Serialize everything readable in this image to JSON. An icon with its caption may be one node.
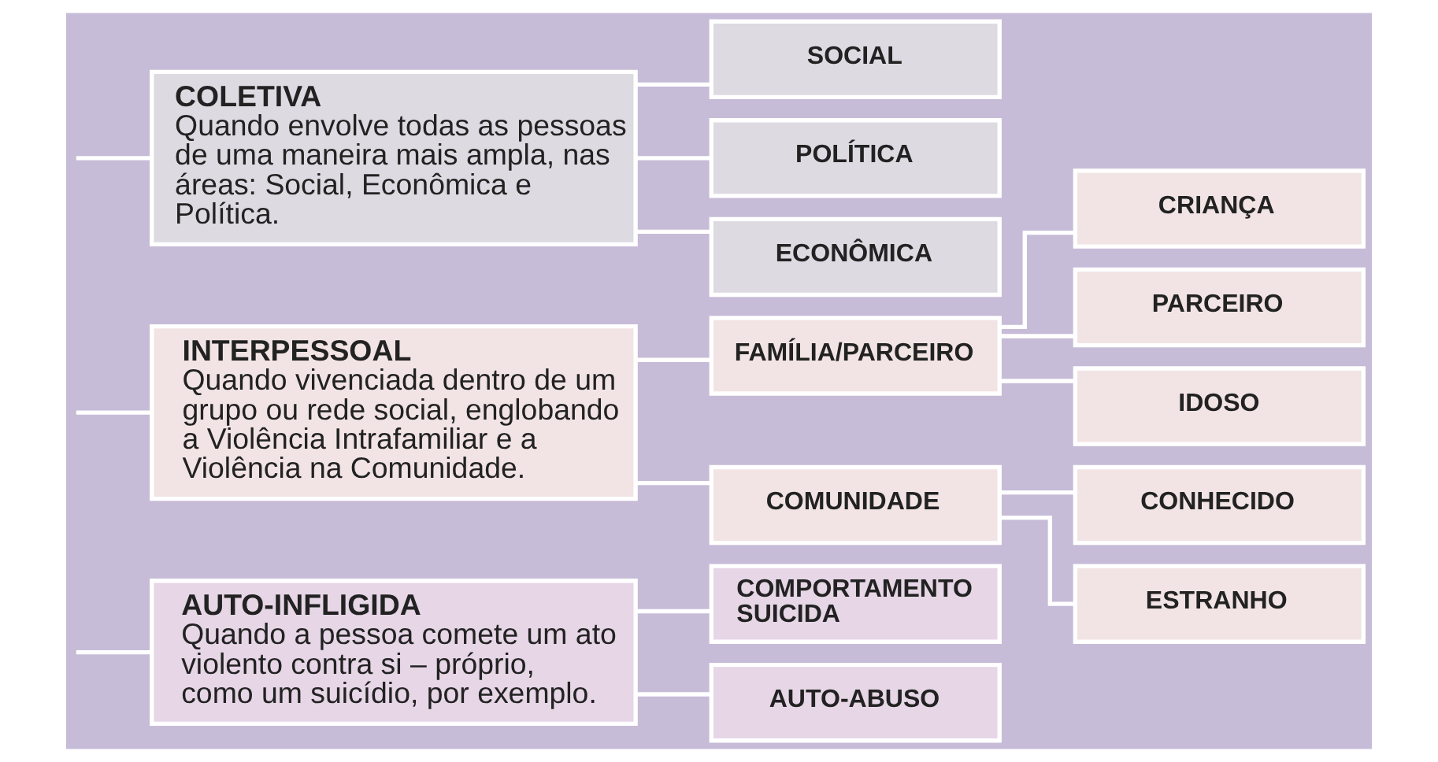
{
  "diagram": {
    "nodes": [
      {
        "text": [
          "AUTO-INFLIGIDA",
          "Quando a pessoa comete um ato violento contra si – próprio, como um suicídio, por exemplo."
        ]
      },
      {
        "text": [
          "INTERPESSOAL",
          "Quando vivenciada dentro de um grupo ou rede social, englobando a Violência Intrafamiliar e a Violência na Comunidade."
        ]
      },
      {
        "text": [
          "COLETIVA",
          "Quando envolve todas as pessoas de uma maneira mais ampla, nas áreas: Social, Econômica e Política."
        ]
      },
      {
        "text": [
          "COMPORTAMENTO SUICIDA"
        ]
      },
      {
        "text": [
          "AUTO-ABUSO"
        ]
      },
      {
        "text": [
          "FAMÍLIA/PARCEIRO"
        ]
      },
      {
        "text": [
          "COMUNIDADE"
        ]
      },
      {
        "text": [
          "CRIANÇA"
        ]
      },
      {
        "text": [
          "PARCEIRO"
        ]
      },
      {
        "text": [
          "IDOSO"
        ]
      },
      {
        "text": [
          "CONHECIDO"
        ]
      },
      {
        "text": [
          "ESTRANHO"
        ]
      },
      {
        "text": [
          "SOCIAL"
        ]
      },
      {
        "text": [
          "POLÍTICA"
        ]
      },
      {
        "text": [
          "ECONÔMICA"
        ]
      }
    ],
    "edges": [
      {
        "from": null,
        "to": 0,
        "arrow": "none"
      },
      {
        "from": null,
        "to": 1,
        "arrow": "none"
      },
      {
        "from": null,
        "to": 2,
        "arrow": "none"
      },
      {
        "from": 0,
        "to": 3,
        "arrow": "none"
      },
      {
        "from": 0,
        "to": 4,
        "arrow": "none"
      },
      {
        "from": 1,
        "to": 5,
        "arrow": "none"
      },
      {
        "from": 1,
        "to": 6,
        "arrow": "none"
      },
      {
        "from": 5,
        "to": 7,
        "arrow": "none"
      },
      {
        "from": 5,
        "to": 8,
        "arrow": "none"
      },
      {
        "from": 5,
        "to": 9,
        "arrow": "none"
      },
      {
        "from": 6,
        "to": 10,
        "arrow": "none"
      },
      {
        "from": 6,
        "to": 11,
        "arrow": "none"
      },
      {
        "from": 2,
        "to": 12,
        "arrow": "none"
      },
      {
        "from": 2,
        "to": 13,
        "arrow": "none"
      },
      {
        "from": 2,
        "to": 14,
        "arrow": "none"
      }
    ]
  }
}
